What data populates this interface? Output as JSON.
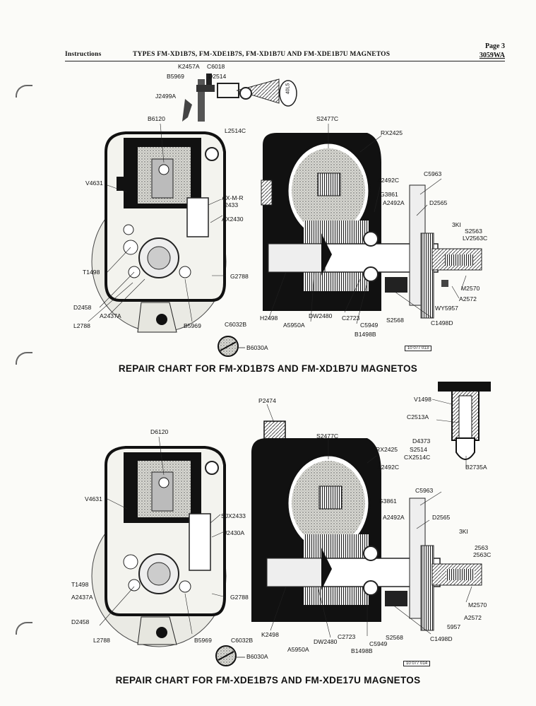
{
  "header": {
    "left": "Instructions",
    "center": "TYPES FM-XD1B7S, FM-XDE1B7S, FM-XD1B7U AND FM-XDE1B7U MAGNETOS",
    "page_label": "Page 3",
    "doc_number": "3059WA"
  },
  "figure1": {
    "caption": "REPAIR CHART FOR FM-XD1B7S AND FM-XD1B7U MAGNETOS",
    "tag": "10 077 013",
    "labels": {
      "k2457a": "K2457A",
      "c6018": "C6018",
      "b5969_top": "B5969",
      "d2514": "D2514",
      "j2499a": "J2499A",
      "l2514c": "L2514C",
      "b6120": "B6120",
      "s2477c": "S2477C",
      "rx2425": "RX2425",
      "c5963": "C5963",
      "a2492c": "A2492C",
      "g3861": "G3861",
      "a2492a": "A2492A",
      "d2565": "D2565",
      "v4631": "V4631",
      "axmr": "AX-M-R",
      "n2433": "2433",
      "ax2430": "AX2430",
      "k3": "3KI",
      "s2563": "S2563",
      "lv2563c": "LV2563C",
      "t1498": "T1498",
      "g2788": "G2788",
      "m2570": "M2570",
      "a2572": "A2572",
      "wy5957": "WY5957",
      "d2458": "D2458",
      "a2437a": "A2437A",
      "l2788": "L2788",
      "b5969": "B5969",
      "c6032b": "C6032B",
      "h2498": "H2498",
      "a5950a": "A5950A",
      "dw2480": "DW2480",
      "c2723": "C2723",
      "c5949": "C5949",
      "s2568": "S2568",
      "c1498d": "C1498D",
      "b1498b": "B1498B",
      "b6030a": "B6030A",
      "stamp": "40L5"
    }
  },
  "figure2": {
    "caption": "REPAIR CHART FOR FM-XDE1B7S AND FM-XDE17U MAGNETOS",
    "tag": "10 077 014",
    "labels": {
      "p2474": "P2474",
      "v1498": "V1498",
      "c2513a": "C2513A",
      "d6120": "D6120",
      "s2477c": "S2477C",
      "d4373": "D4373",
      "rx2425": "RX2425",
      "s2514": "S2514",
      "cx2514c": "CX2514C",
      "a2492c": "A2492C",
      "b2735a": "B2735A",
      "v4631": "V4631",
      "sjx2433": "SJX2433",
      "j2430a": "J2430A",
      "c5963": "C5963",
      "g3861": "G3861",
      "a2492a": "A2492A",
      "d2565": "D2565",
      "k3": "3KI",
      "n2563": "2563",
      "n2563c": "2563C",
      "t1498": "T1498",
      "a2437a": "A2437A",
      "g2788": "G2788",
      "m2570": "M2570",
      "d2458": "D2458",
      "a2572": "A2572",
      "n5957": "5957",
      "l2788": "L2788",
      "b5969": "B5969",
      "c6032b": "C6032B",
      "k2498": "K2498",
      "c2723": "C2723",
      "dw2480": "DW2480",
      "s2568": "S2568",
      "c5949": "C5949",
      "c1498d": "C1498D",
      "a5950a": "A5950A",
      "b1498b": "B1498B",
      "b6030a": "B6030A"
    }
  }
}
